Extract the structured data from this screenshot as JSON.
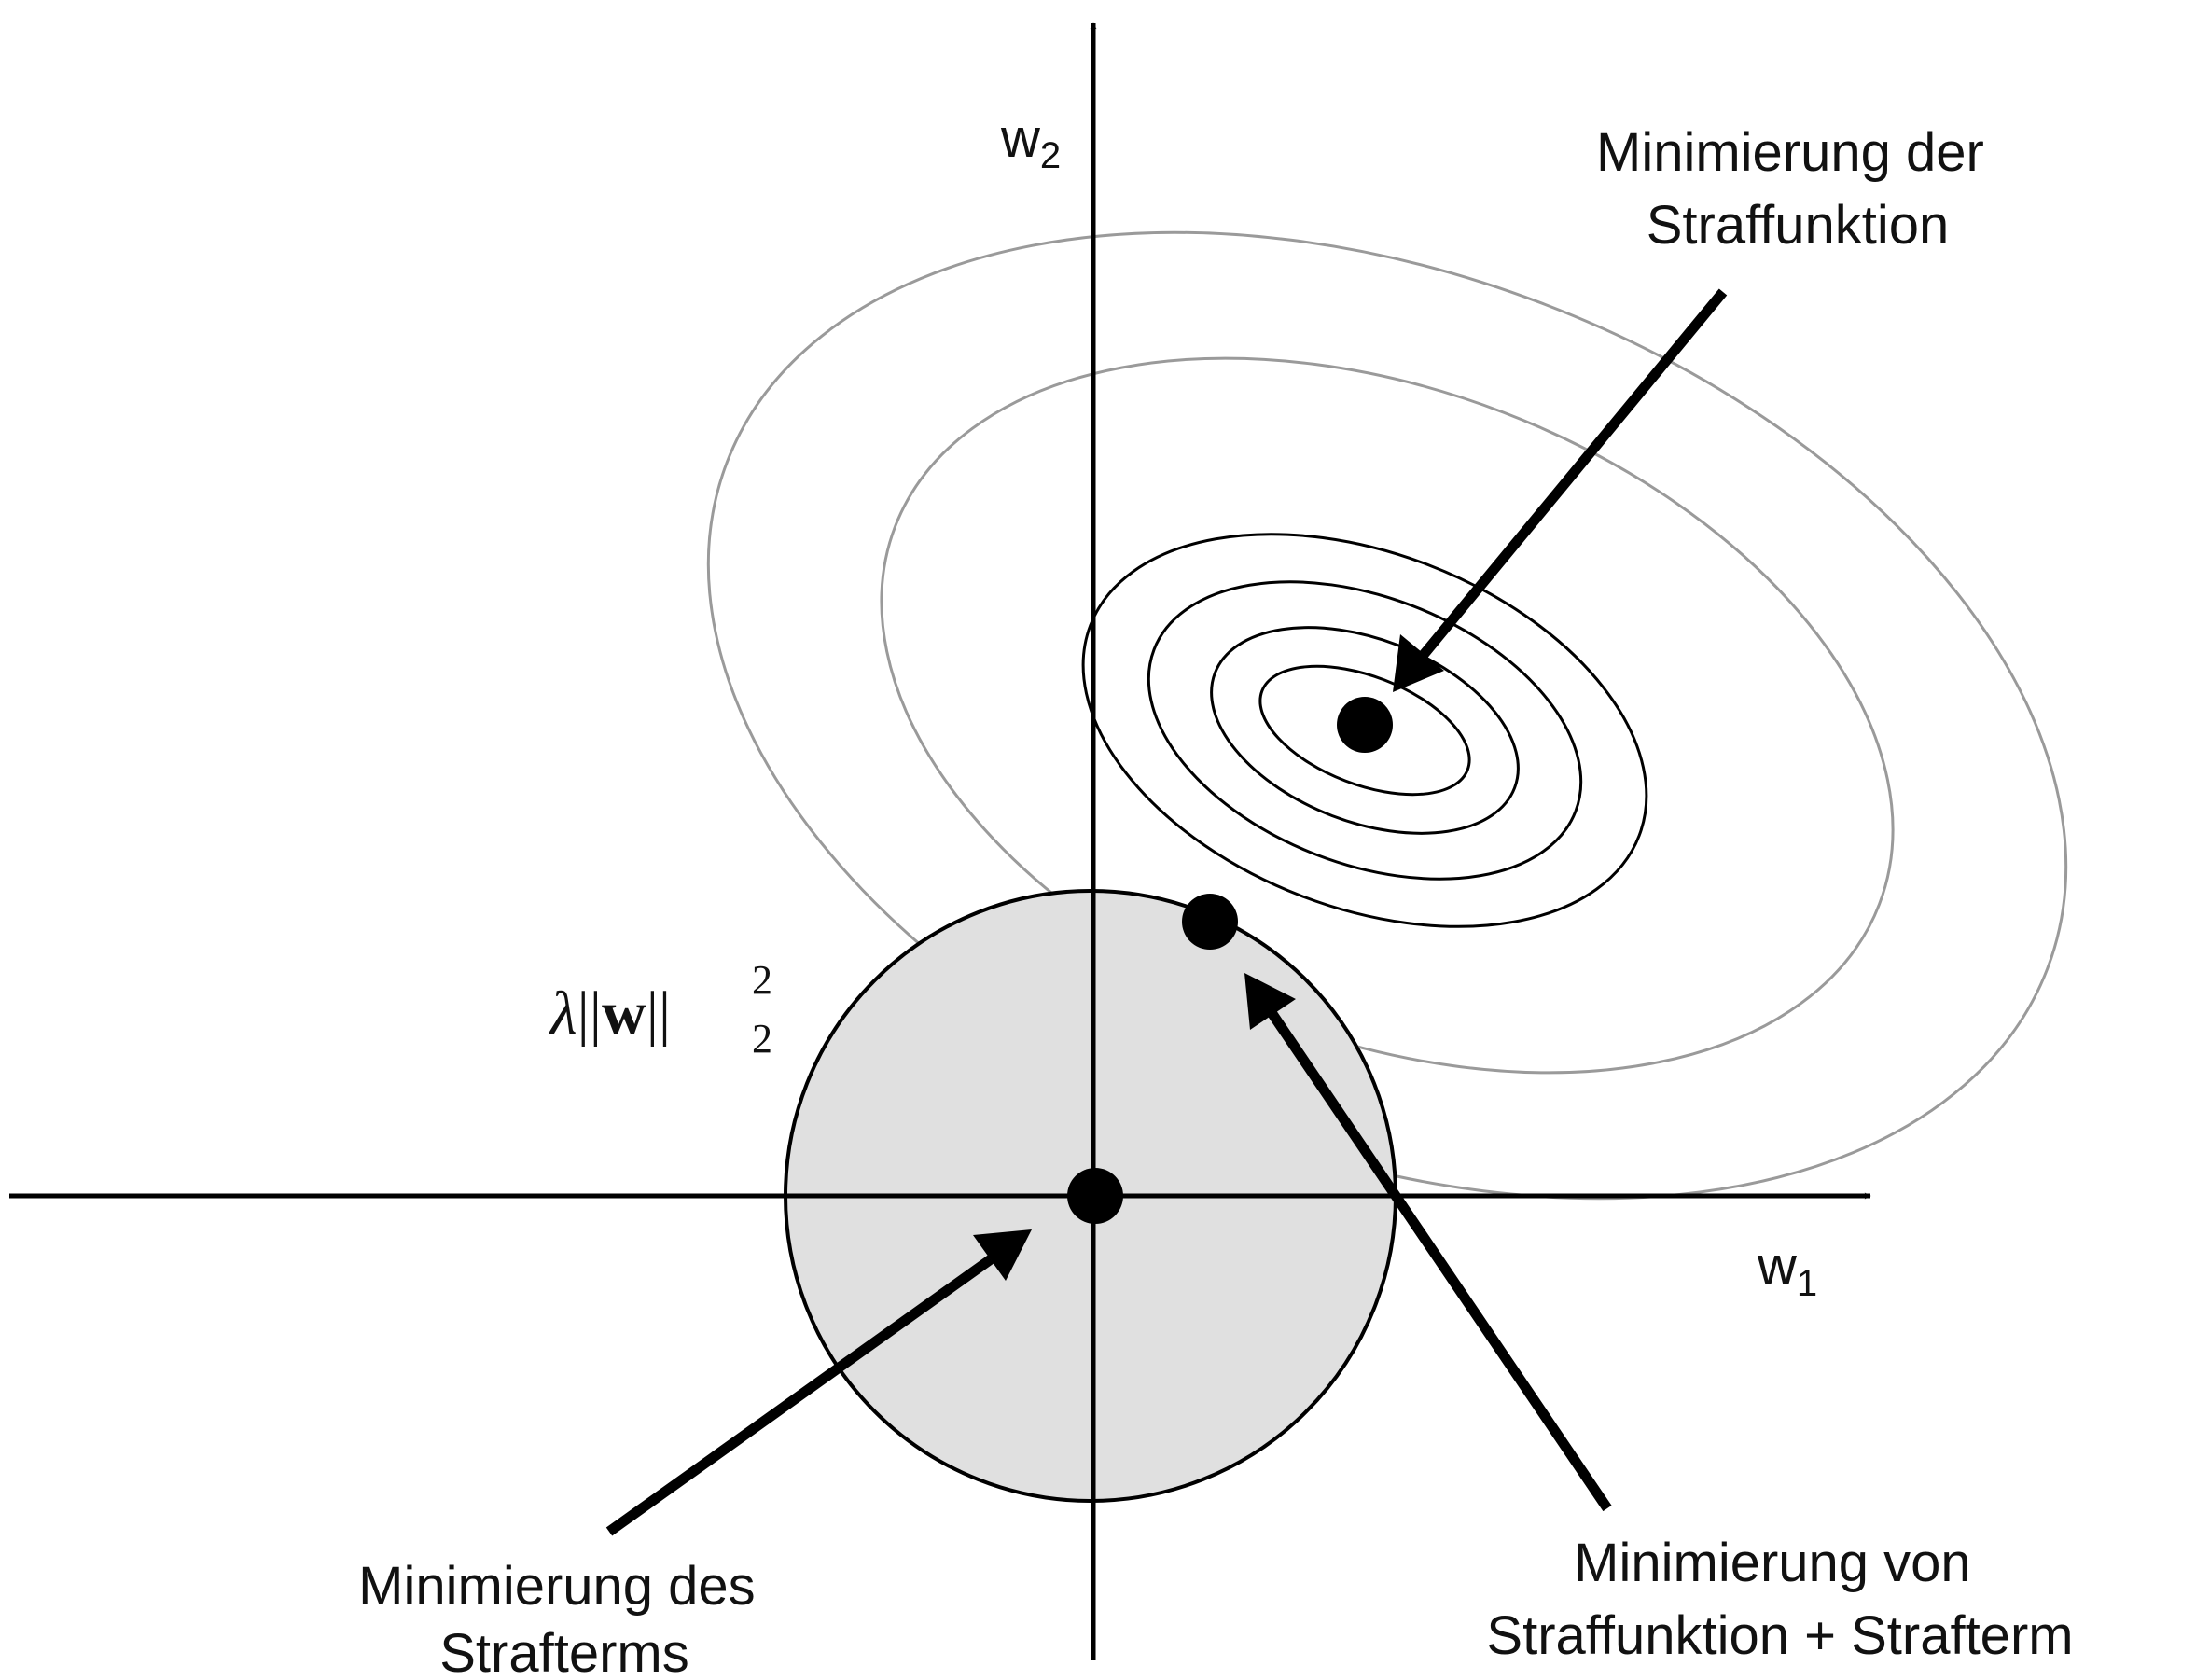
{
  "axes": {
    "x_label": "w",
    "x_sub": "1",
    "y_label": "w",
    "y_sub": "2"
  },
  "penalty_label": {
    "lambda": "λ",
    "bars_open": "||",
    "w": "w",
    "bars_close": "||",
    "sup": "2",
    "sub": "2"
  },
  "annotations": {
    "cost_minimum": [
      "Minimierung der",
      "Straffunktion"
    ],
    "penalty_minimum": [
      "Minimierung des",
      "Strafterms"
    ],
    "combined_minimum": [
      "Minimierung von",
      "Straffunktion + Strafterm"
    ]
  },
  "colors": {
    "axis": "#000000",
    "penalty_region_fill": "#e0e0e0",
    "inner_contour": "#000000",
    "outer_contour": "#9a9a9a"
  }
}
